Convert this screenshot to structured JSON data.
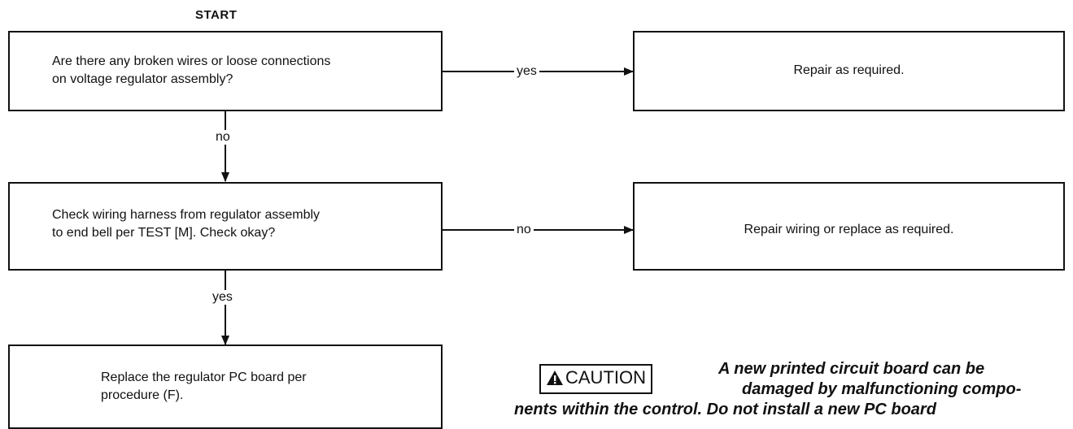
{
  "start_label": "START",
  "nodes": {
    "q1": "Are there any broken wires or loose connections\non voltage regulator assembly?",
    "r1": "Repair as required.",
    "q2": "Check wiring harness from regulator assembly\nto end bell per TEST [M]. Check okay?",
    "r2": "Repair wiring or replace as required.",
    "r3": "Replace the regulator PC board per\nprocedure (F)."
  },
  "edges": {
    "q1_yes": "yes",
    "q1_no": "no",
    "q2_no": "no",
    "q2_yes": "yes"
  },
  "caution": {
    "badge": "CAUTION",
    "line1": "A new printed circuit board can be",
    "line2": "damaged by malfunctioning compo-",
    "line3": "nents within the control. Do not install a new PC board"
  }
}
